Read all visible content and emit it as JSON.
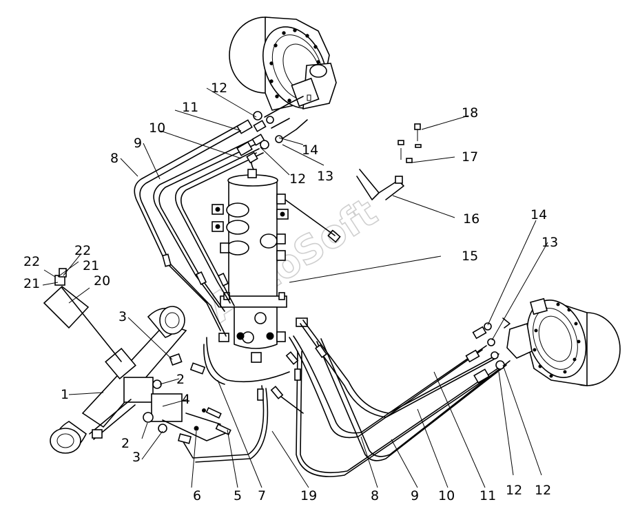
{
  "diagram": {
    "watermark": "AutoSoft",
    "callouts": {
      "c1": "1",
      "c2a": "2",
      "c2b": "2",
      "c3a": "3",
      "c3b": "3",
      "c4": "4",
      "c5": "5",
      "c6": "6",
      "c7": "7",
      "c8a": "8",
      "c8b": "8",
      "c9a": "9",
      "c9b": "9",
      "c10a": "10",
      "c10b": "10",
      "c11a": "11",
      "c11b": "11",
      "c12a": "12",
      "c12b": "12",
      "c12c": "12",
      "c12d": "12",
      "c13a": "13",
      "c13b": "13",
      "c14a": "14",
      "c14b": "14",
      "c15": "15",
      "c16": "16",
      "c17": "17",
      "c18": "18",
      "c19": "19",
      "c20": "20",
      "c21a": "21",
      "c21b": "21",
      "c22a": "22",
      "c22b": "22"
    }
  }
}
